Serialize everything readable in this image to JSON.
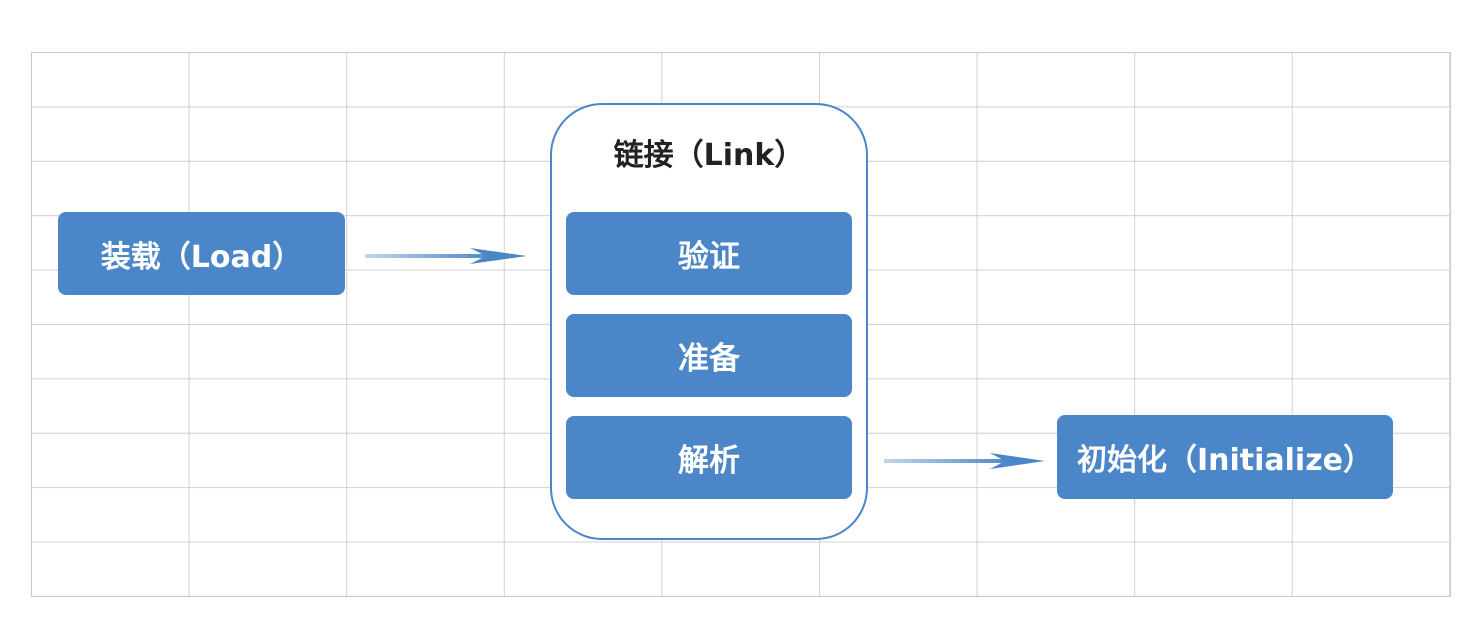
{
  "load": {
    "label": "装载（Load）"
  },
  "link": {
    "title": "链接（Link）",
    "steps": [
      "验证",
      "准备",
      "解析"
    ]
  },
  "initialize": {
    "label": "初始化（Initialize）"
  },
  "colors": {
    "box_fill": "#4a86c8",
    "box_text": "#ffffff",
    "group_border": "#4a86c8",
    "arrow": "#4a86c8",
    "grid_line": "#d0d0d0"
  }
}
